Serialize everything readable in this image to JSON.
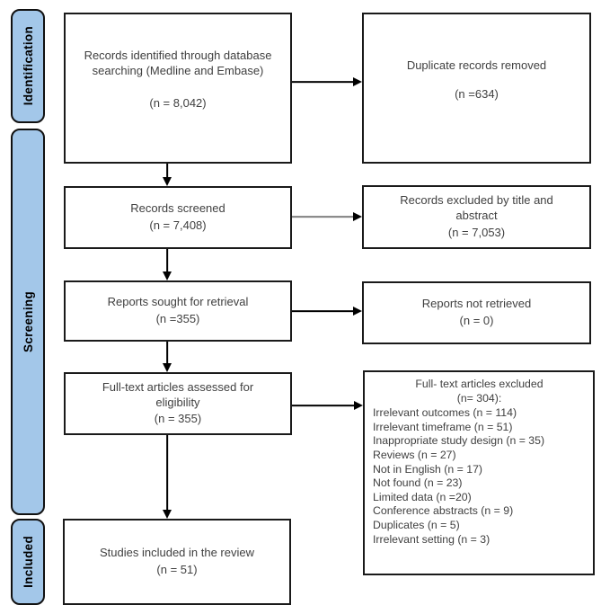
{
  "colors": {
    "stage-fill": "#A3C7E9",
    "stage-border": "#111111",
    "box-border": "#1a1a1a",
    "text": "#404040",
    "arrow": "#000000",
    "arrow-gray": "#7f7f7f",
    "background": "#ffffff"
  },
  "sidebar": {
    "stages": [
      {
        "id": "identification",
        "label": "Identification"
      },
      {
        "id": "screening",
        "label": "Screening"
      },
      {
        "id": "included",
        "label": "Included"
      }
    ]
  },
  "boxes": {
    "identified": {
      "label": "Records identified through database searching (Medline and Embase)",
      "count": "(n = 8,042)"
    },
    "duplicates_removed": {
      "label": "Duplicate records removed",
      "count": "(n =634)"
    },
    "screened": {
      "label": "Records screened",
      "count": "(n = 7,408)"
    },
    "excluded_title_abstract": {
      "label": "Records excluded by title and abstract",
      "count": "(n = 7,053)"
    },
    "sought_retrieval": {
      "label": "Reports sought for retrieval",
      "count": "(n =355)"
    },
    "not_retrieved": {
      "label": "Reports not retrieved",
      "count": "(n = 0)"
    },
    "fulltext_assessed": {
      "label": "Full-text articles assessed for eligibility",
      "count": "(n = 355)"
    },
    "fulltext_excluded": {
      "label": "Full- text articles excluded",
      "count": "(n= 304):",
      "items": [
        "Irrelevant outcomes (n = 114)",
        "Irrelevant timeframe (n = 51)",
        "Inappropriate study design (n = 35)",
        "Reviews (n = 27)",
        "Not in English (n = 17)",
        "Not found (n = 23)",
        "Limited data (n =20)",
        "Conference abstracts (n = 9)",
        "Duplicates (n = 5)",
        "Irrelevant setting (n = 3)"
      ]
    },
    "included_review": {
      "label": "Studies included in the review",
      "count": "(n = 51)"
    }
  }
}
